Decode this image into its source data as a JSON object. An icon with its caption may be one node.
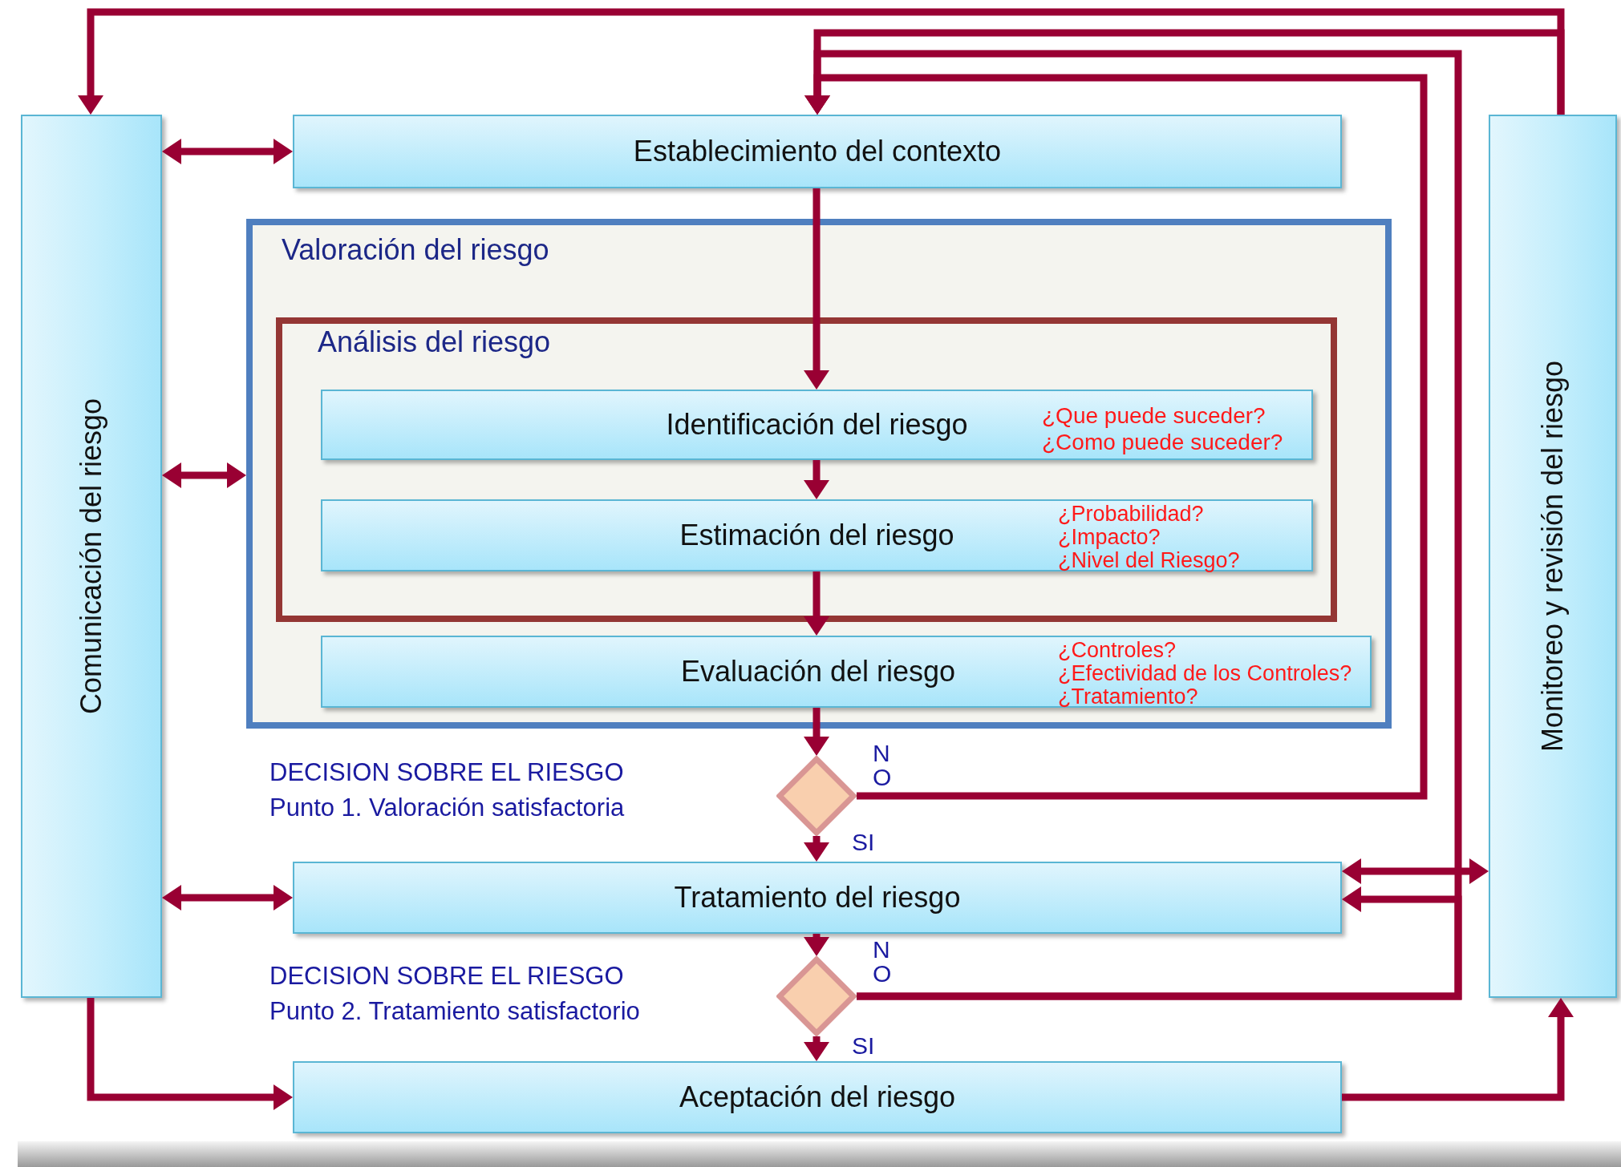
{
  "diagram": {
    "nodes": [
      {
        "text": [
          "Comunicación del riesgo"
        ]
      },
      {
        "text": [
          "Establecimiento del contexto"
        ]
      },
      {
        "text": [
          "Valoración del riesgo"
        ]
      },
      {
        "text": [
          "Análisis del riesgo"
        ],
        "in": 2
      },
      {
        "text": [
          "Identificación del riesgo",
          "¿Que puede suceder?",
          "¿Como puede suceder?"
        ],
        "in": 3
      },
      {
        "text": [
          "Estimación del riesgo",
          "¿Probabilidad?",
          "¿Impacto?",
          "¿Nivel del Riesgo?"
        ],
        "in": 3
      },
      {
        "text": [
          "Evaluación del riesgo",
          "¿Controles?",
          "¿Efectividad de los Controles?",
          "¿Tratamiento?"
        ],
        "in": 2
      },
      {
        "text": [],
        "shape": "diamond",
        "beside": [
          "DECISION SOBRE EL RIESGO",
          "Punto 1. Valoración satisfactoria"
        ]
      },
      {
        "text": [
          "Tratamiento del riesgo"
        ]
      },
      {
        "text": [],
        "shape": "diamond",
        "beside": [
          "DECISION SOBRE EL RIESGO",
          "Punto 2. Tratamiento satisfactorio"
        ]
      },
      {
        "text": [
          "Aceptación del riesgo"
        ]
      },
      {
        "text": [
          "Monitoreo y revisión del riesgo"
        ]
      }
    ],
    "edges": [
      {
        "from": 0,
        "to": 1,
        "arrow": "both"
      },
      {
        "from": 0,
        "to": 2,
        "arrow": "both"
      },
      {
        "from": 0,
        "to": 8,
        "arrow": "both"
      },
      {
        "from": 0,
        "to": 10,
        "arrow": "to"
      },
      {
        "from": 11,
        "to": 0,
        "arrow": "to"
      },
      {
        "from": 11,
        "to": 1,
        "arrow": "to"
      },
      {
        "from": 1,
        "to": 4,
        "arrow": "to"
      },
      {
        "from": 4,
        "to": 5,
        "arrow": "to"
      },
      {
        "from": 5,
        "to": 6,
        "arrow": "to"
      },
      {
        "from": 6,
        "to": 7,
        "arrow": "to"
      },
      {
        "from": 7,
        "to": 8,
        "arrow": "to",
        "label": "SI"
      },
      {
        "from": 8,
        "to": 9,
        "arrow": "to"
      },
      {
        "from": 9,
        "to": 10,
        "arrow": "to",
        "label": "SI"
      },
      {
        "from": 10,
        "to": 11,
        "arrow": "to"
      },
      {
        "from": 8,
        "to": 11,
        "arrow": "both"
      },
      {
        "from": 7,
        "to": 1,
        "arrow": "to",
        "label": "NO"
      },
      {
        "from": 9,
        "to": 1,
        "arrow": "to",
        "label": "NO"
      },
      {
        "from": 9,
        "to": 8,
        "arrow": "to"
      }
    ]
  }
}
